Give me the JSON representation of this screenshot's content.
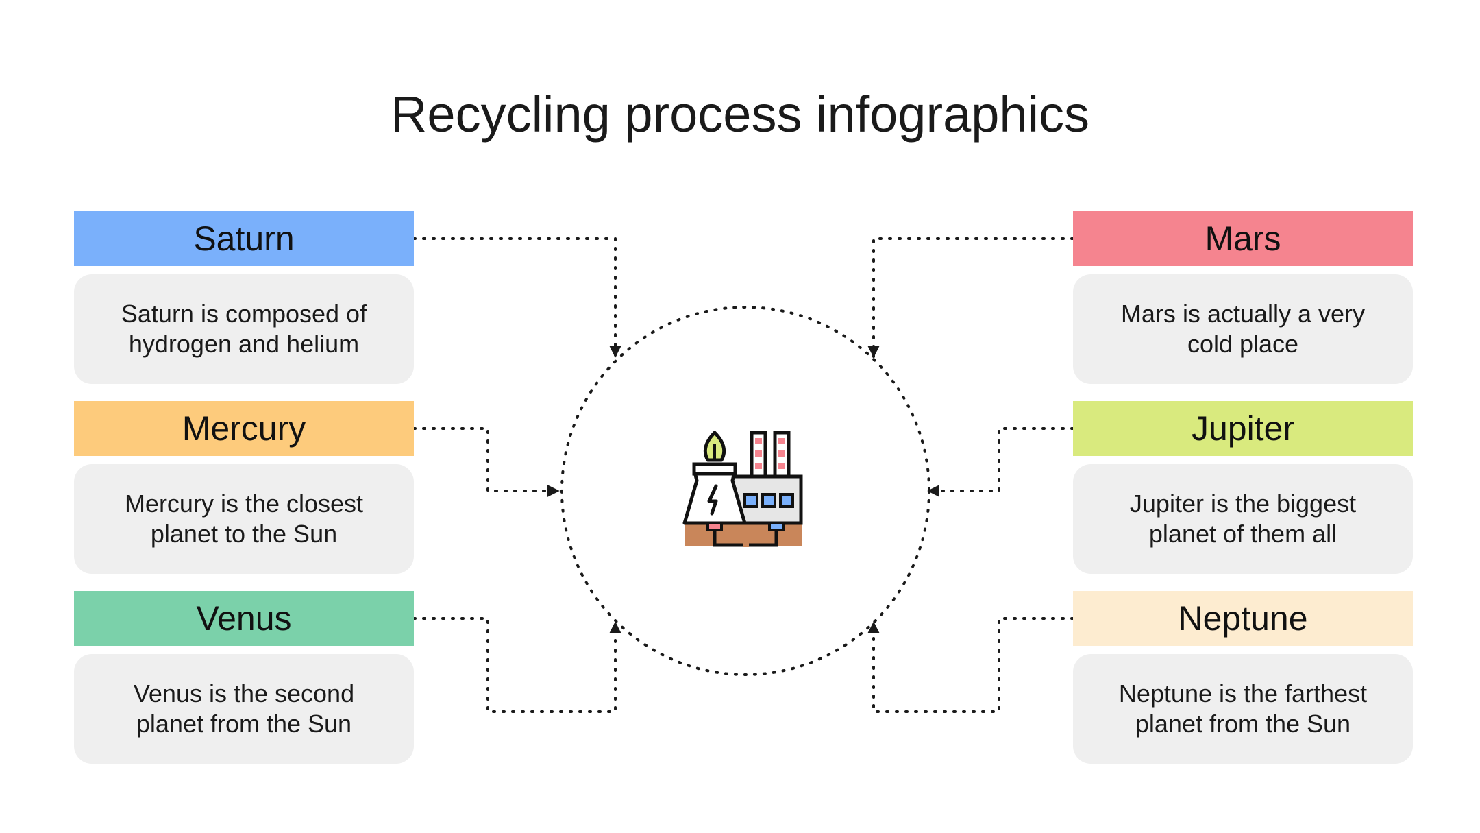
{
  "title": "Recycling process infographics",
  "icon": "factory-icon",
  "steps": [
    {
      "id": "saturn",
      "label": "Saturn",
      "text": "Saturn is composed of hydrogen and helium",
      "color": "#7ab0fb"
    },
    {
      "id": "mercury",
      "label": "Mercury",
      "text": "Mercury is the closest planet to the Sun",
      "color": "#fdcb7c"
    },
    {
      "id": "venus",
      "label": "Venus",
      "text": "Venus is the second planet from the Sun",
      "color": "#7bd1aa"
    },
    {
      "id": "mars",
      "label": "Mars",
      "text": "Mars is actually a very cold place",
      "color": "#f5848f"
    },
    {
      "id": "jupiter",
      "label": "Jupiter",
      "text": "Jupiter is the biggest planet of them all",
      "color": "#d9ea7e"
    },
    {
      "id": "neptune",
      "label": "Neptune",
      "text": "Neptune is the farthest planet from the Sun",
      "color": "#fdecd0"
    }
  ]
}
